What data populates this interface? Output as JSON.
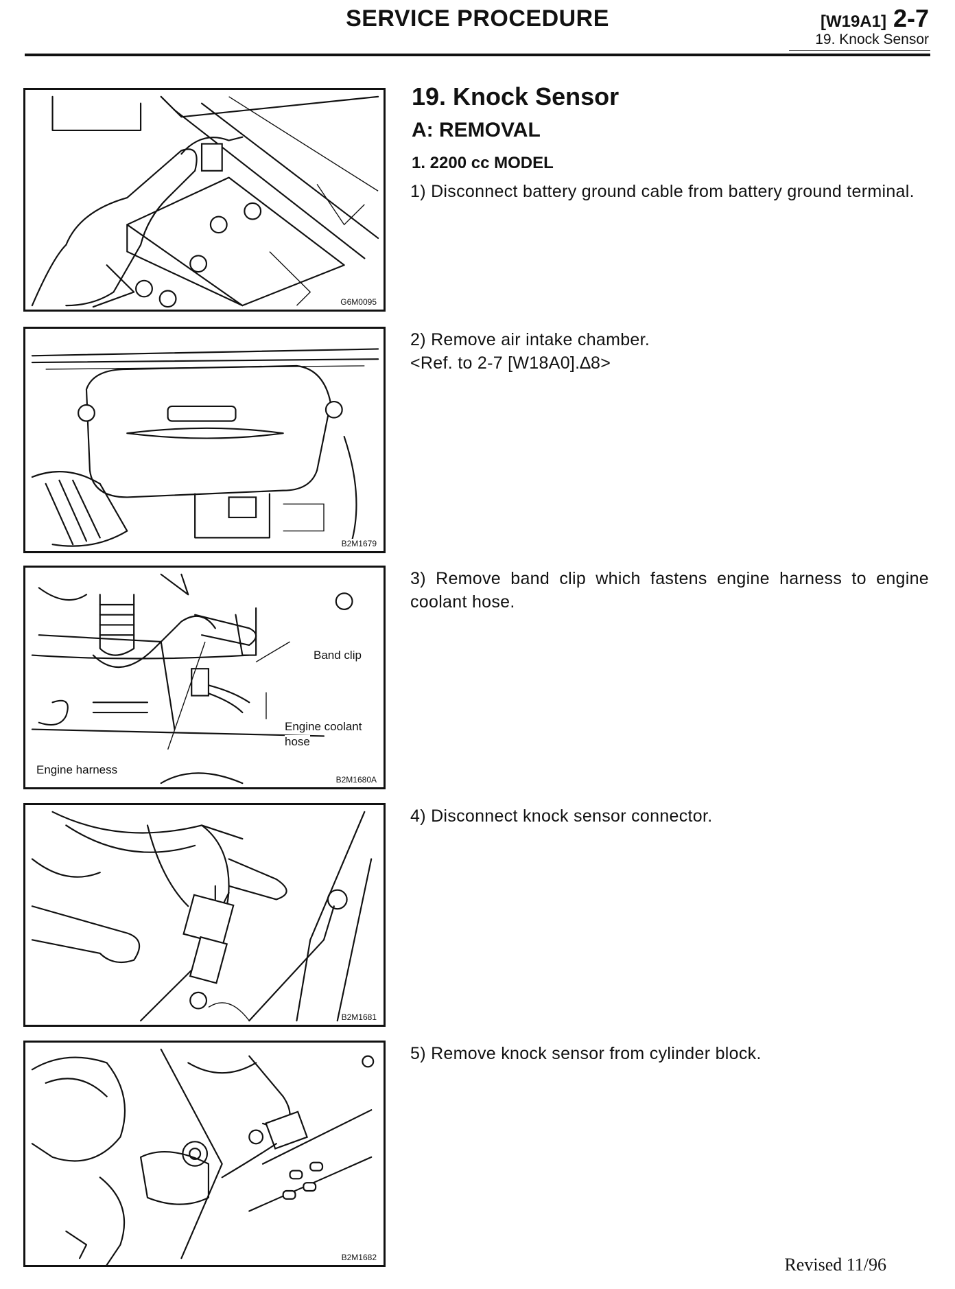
{
  "header": {
    "title": "SERVICE PROCEDURE",
    "code": "[W19A1]",
    "page": "2-7",
    "section": "19. Knock Sensor"
  },
  "content": {
    "section_title": "19. Knock Sensor",
    "subsection": "A: REMOVAL",
    "model": "1. 2200 cc MODEL",
    "steps": [
      "1) Disconnect battery ground cable from battery ground terminal.",
      "2) Remove air intake chamber.",
      "<Ref. to 2-7 [W18A0].∆8>",
      "3) Remove band clip which fastens engine harness to engine coolant hose.",
      "4) Disconnect knock sensor connector.",
      "5) Remove knock sensor from cylinder block."
    ]
  },
  "figures": [
    {
      "code": "G6M0095"
    },
    {
      "code": "B2M1679"
    },
    {
      "code": "B2M1680A",
      "labels": [
        "Band clip",
        "Engine coolant",
        "hose",
        "Engine harness"
      ]
    },
    {
      "code": "B2M1681"
    },
    {
      "code": "B2M1682"
    }
  ],
  "footer": {
    "revised": "Revised 11/96"
  }
}
